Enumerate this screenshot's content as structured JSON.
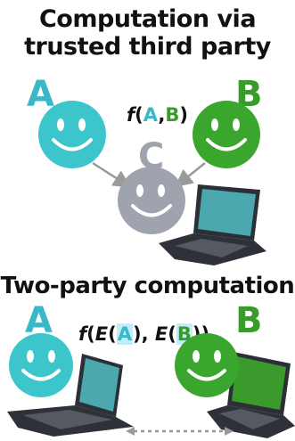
{
  "top": {
    "title": "Computation via\ntrusted third party",
    "label_a": "A",
    "label_b": "B",
    "label_c": "C",
    "formula": {
      "f": "f",
      "open": "(",
      "a": "A",
      "comma": ",",
      "b": "B",
      "close": ")"
    }
  },
  "bottom": {
    "title": "Two-party computation",
    "label_a": "A",
    "label_b": "B",
    "formula": {
      "f": "f",
      "open": "(",
      "e1": "E",
      "a": "A",
      "mid": "), ",
      "e2": "E",
      "b": "B",
      "close": "))"
    }
  },
  "colors": {
    "party_a": "#3cc6cc",
    "party_b": "#3aa62e",
    "third_party": "#9fa3ae",
    "laptop_screen_a": "#4aa8ae",
    "laptop_screen_b": "#3a9a2c"
  }
}
